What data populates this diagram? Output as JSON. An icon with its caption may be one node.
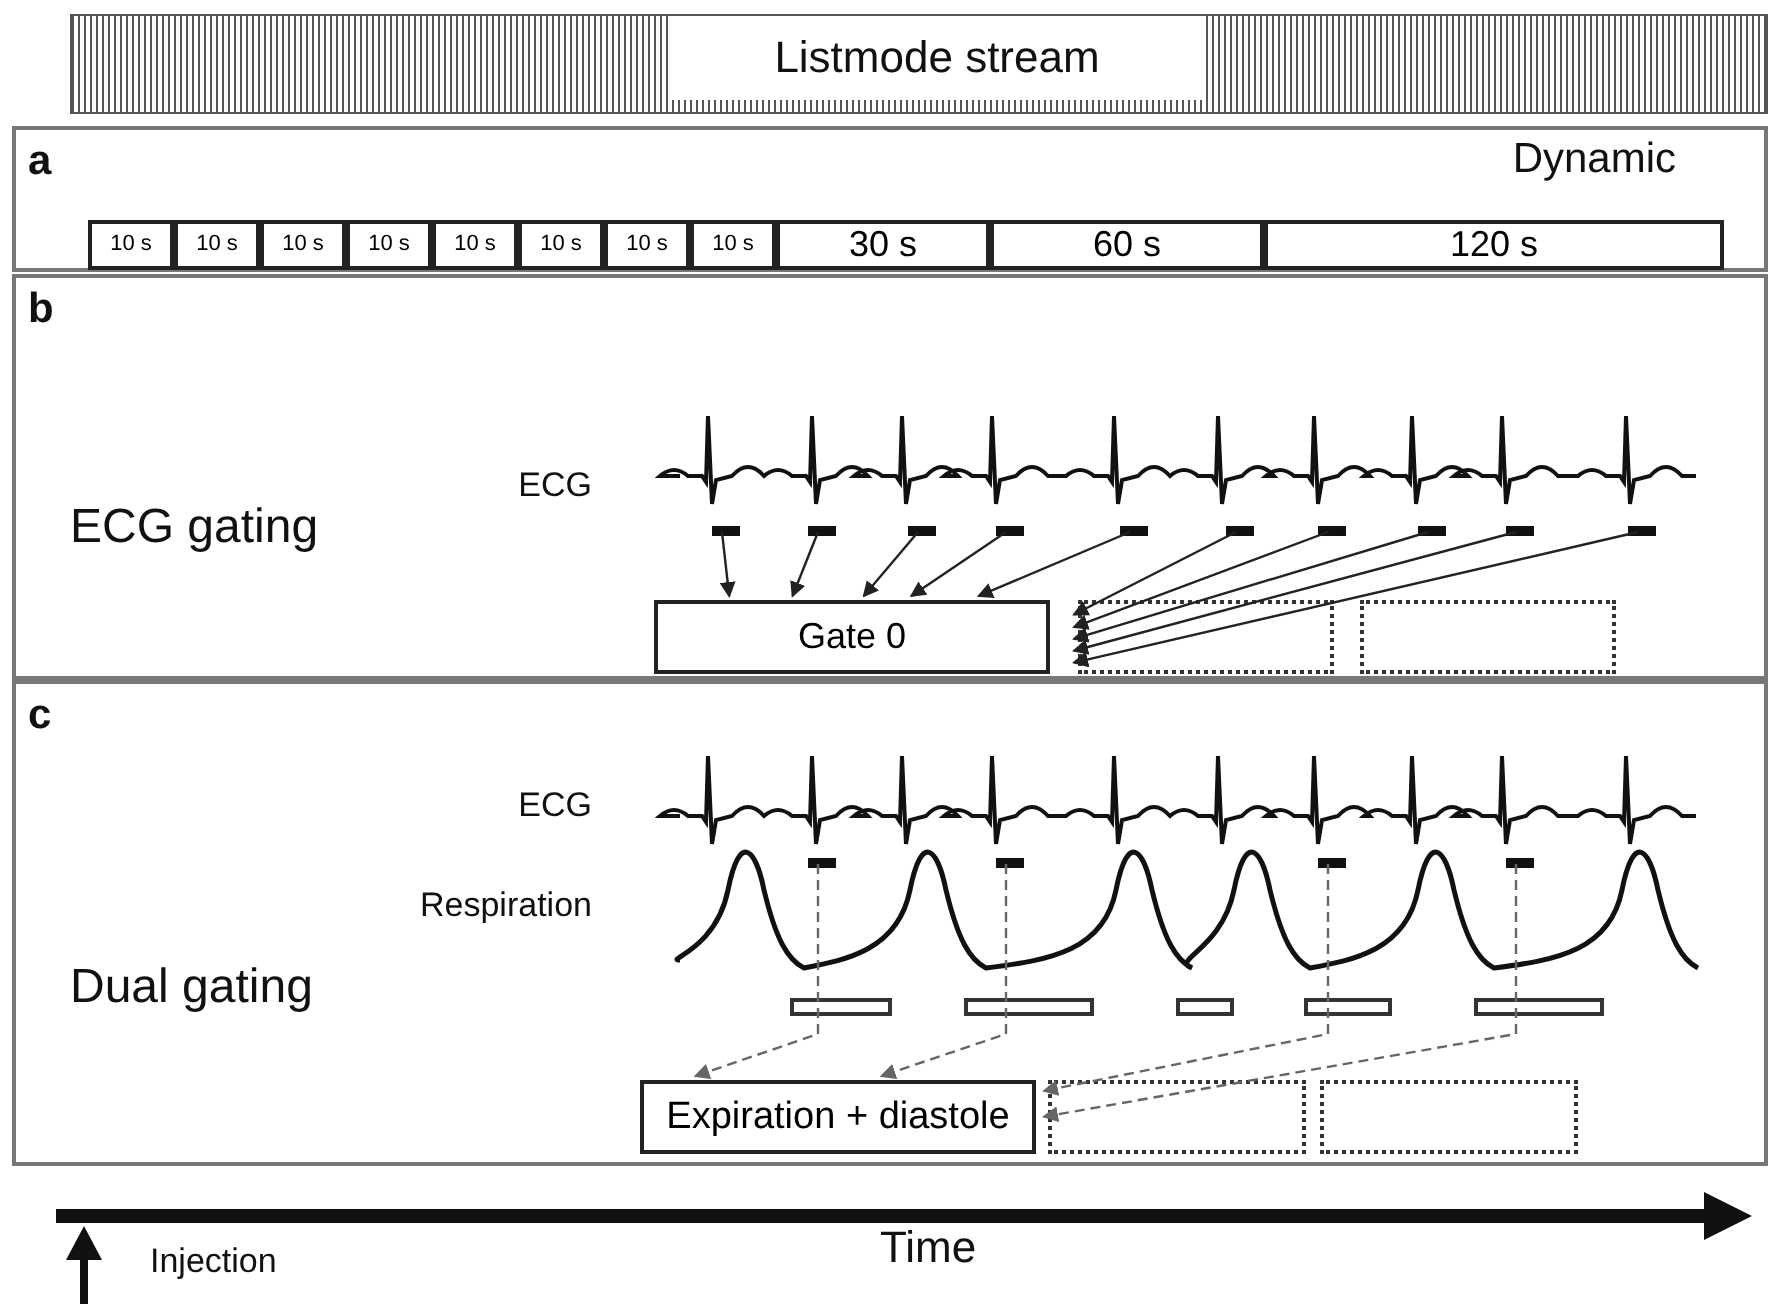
{
  "diagram": {
    "nodes": [
      {
        "text": [
          "Listmode stream"
        ]
      },
      {
        "text": [
          "a",
          "Dynamic"
        ]
      },
      {
        "text": [
          "10 s"
        ],
        "in": 1
      },
      {
        "text": [
          "10 s"
        ],
        "in": 1
      },
      {
        "text": [
          "10 s"
        ],
        "in": 1
      },
      {
        "text": [
          "10 s"
        ],
        "in": 1
      },
      {
        "text": [
          "10 s"
        ],
        "in": 1
      },
      {
        "text": [
          "10 s"
        ],
        "in": 1
      },
      {
        "text": [
          "10 s"
        ],
        "in": 1
      },
      {
        "text": [
          "10 s"
        ],
        "in": 1
      },
      {
        "text": [
          "30 s"
        ],
        "in": 1
      },
      {
        "text": [
          "60 s"
        ],
        "in": 1
      },
      {
        "text": [
          "120 s"
        ],
        "in": 1
      },
      {
        "text": [
          "b",
          "ECG gating"
        ]
      },
      {
        "text": [],
        "shape": "bar",
        "in": 13
      },
      {
        "text": [],
        "shape": "bar",
        "in": 13
      },
      {
        "text": [],
        "shape": "bar",
        "in": 13
      },
      {
        "text": [],
        "shape": "bar",
        "in": 13
      },
      {
        "text": [],
        "shape": "bar",
        "in": 13
      },
      {
        "text": [],
        "shape": "bar",
        "in": 13
      },
      {
        "text": [],
        "shape": "bar",
        "in": 13
      },
      {
        "text": [],
        "shape": "bar",
        "in": 13
      },
      {
        "text": [],
        "shape": "bar",
        "in": 13
      },
      {
        "text": [],
        "shape": "bar",
        "in": 13
      },
      {
        "text": [
          "Gate 0"
        ],
        "in": 13
      },
      {
        "text": [],
        "shape": "box",
        "in": 13
      },
      {
        "text": [],
        "shape": "box",
        "in": 13
      },
      {
        "text": [
          "c",
          "Dual gating"
        ]
      },
      {
        "text": [],
        "shape": "bar",
        "in": 27
      },
      {
        "text": [],
        "shape": "bar",
        "in": 27
      },
      {
        "text": [],
        "shape": "bar",
        "in": 27
      },
      {
        "text": [],
        "shape": "bar",
        "in": 27
      },
      {
        "text": [],
        "shape": "box",
        "in": 27
      },
      {
        "text": [],
        "shape": "box",
        "in": 27
      },
      {
        "text": [],
        "shape": "box",
        "in": 27
      },
      {
        "text": [],
        "shape": "box",
        "in": 27
      },
      {
        "text": [],
        "shape": "box",
        "in": 27
      },
      {
        "text": [
          "Expiration + diastole"
        ],
        "in": 27
      },
      {
        "text": [],
        "shape": "box",
        "in": 27
      },
      {
        "text": [],
        "shape": "box",
        "in": 27
      }
    ],
    "edges": [
      {
        "from": 14,
        "to": 24,
        "arrow": "to"
      },
      {
        "from": 15,
        "to": 24,
        "arrow": "to"
      },
      {
        "from": 16,
        "to": 24,
        "arrow": "to"
      },
      {
        "from": 17,
        "to": 24,
        "arrow": "to"
      },
      {
        "from": 18,
        "to": 24,
        "arrow": "to"
      },
      {
        "from": 19,
        "to": 25,
        "arrow": "to"
      },
      {
        "from": 20,
        "to": 25,
        "arrow": "to"
      },
      {
        "from": 21,
        "to": 25,
        "arrow": "to"
      },
      {
        "from": 22,
        "to": 25,
        "arrow": "to"
      },
      {
        "from": 23,
        "to": 25,
        "arrow": "to"
      },
      {
        "from": 28,
        "to": 37,
        "arrow": "to",
        "style": "dashed",
        "color": "#666666"
      },
      {
        "from": 29,
        "to": 37,
        "arrow": "to",
        "style": "dashed",
        "color": "#666666"
      },
      {
        "from": 30,
        "to": 38,
        "arrow": "to",
        "style": "dashed",
        "color": "#666666"
      },
      {
        "from": 31,
        "to": 38,
        "arrow": "to",
        "style": "dashed",
        "color": "#666666"
      }
    ],
    "labels": [
      "ECG",
      "ECG",
      "Respiration",
      "Injection",
      "Time"
    ]
  }
}
